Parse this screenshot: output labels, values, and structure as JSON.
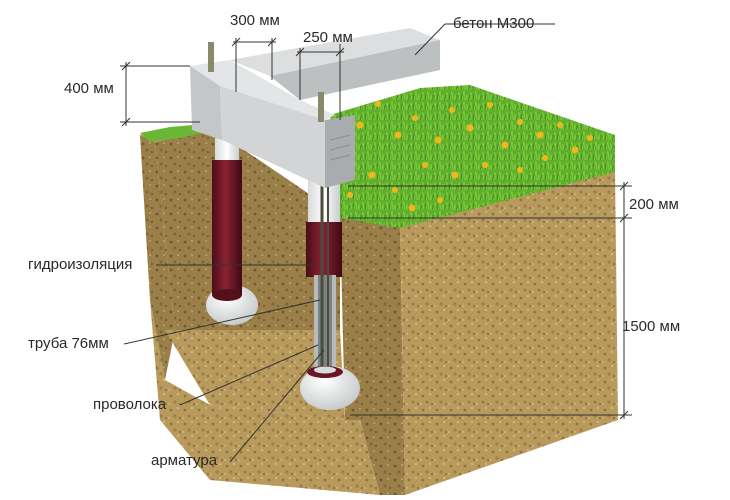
{
  "labels": {
    "beam_width": "300 мм",
    "beam_depth": "250 мм",
    "concrete": "бетон М300",
    "beam_height": "400 мм",
    "above_ground": "200 мм",
    "waterproofing": "гидроизоляция",
    "pipe": "труба 76мм",
    "pile_depth": "1500 мм",
    "wire": "проволока",
    "rebar": "арматура"
  },
  "colors": {
    "soil": "#b89a5c",
    "soil_dark": "#8e7440",
    "concrete": "#cfd2d3",
    "concrete_dark": "#9fa3a5",
    "grass": "#5fae2c",
    "waterproofing": "#6a1624",
    "flower": "#f2b51c",
    "lines": "#333333"
  }
}
